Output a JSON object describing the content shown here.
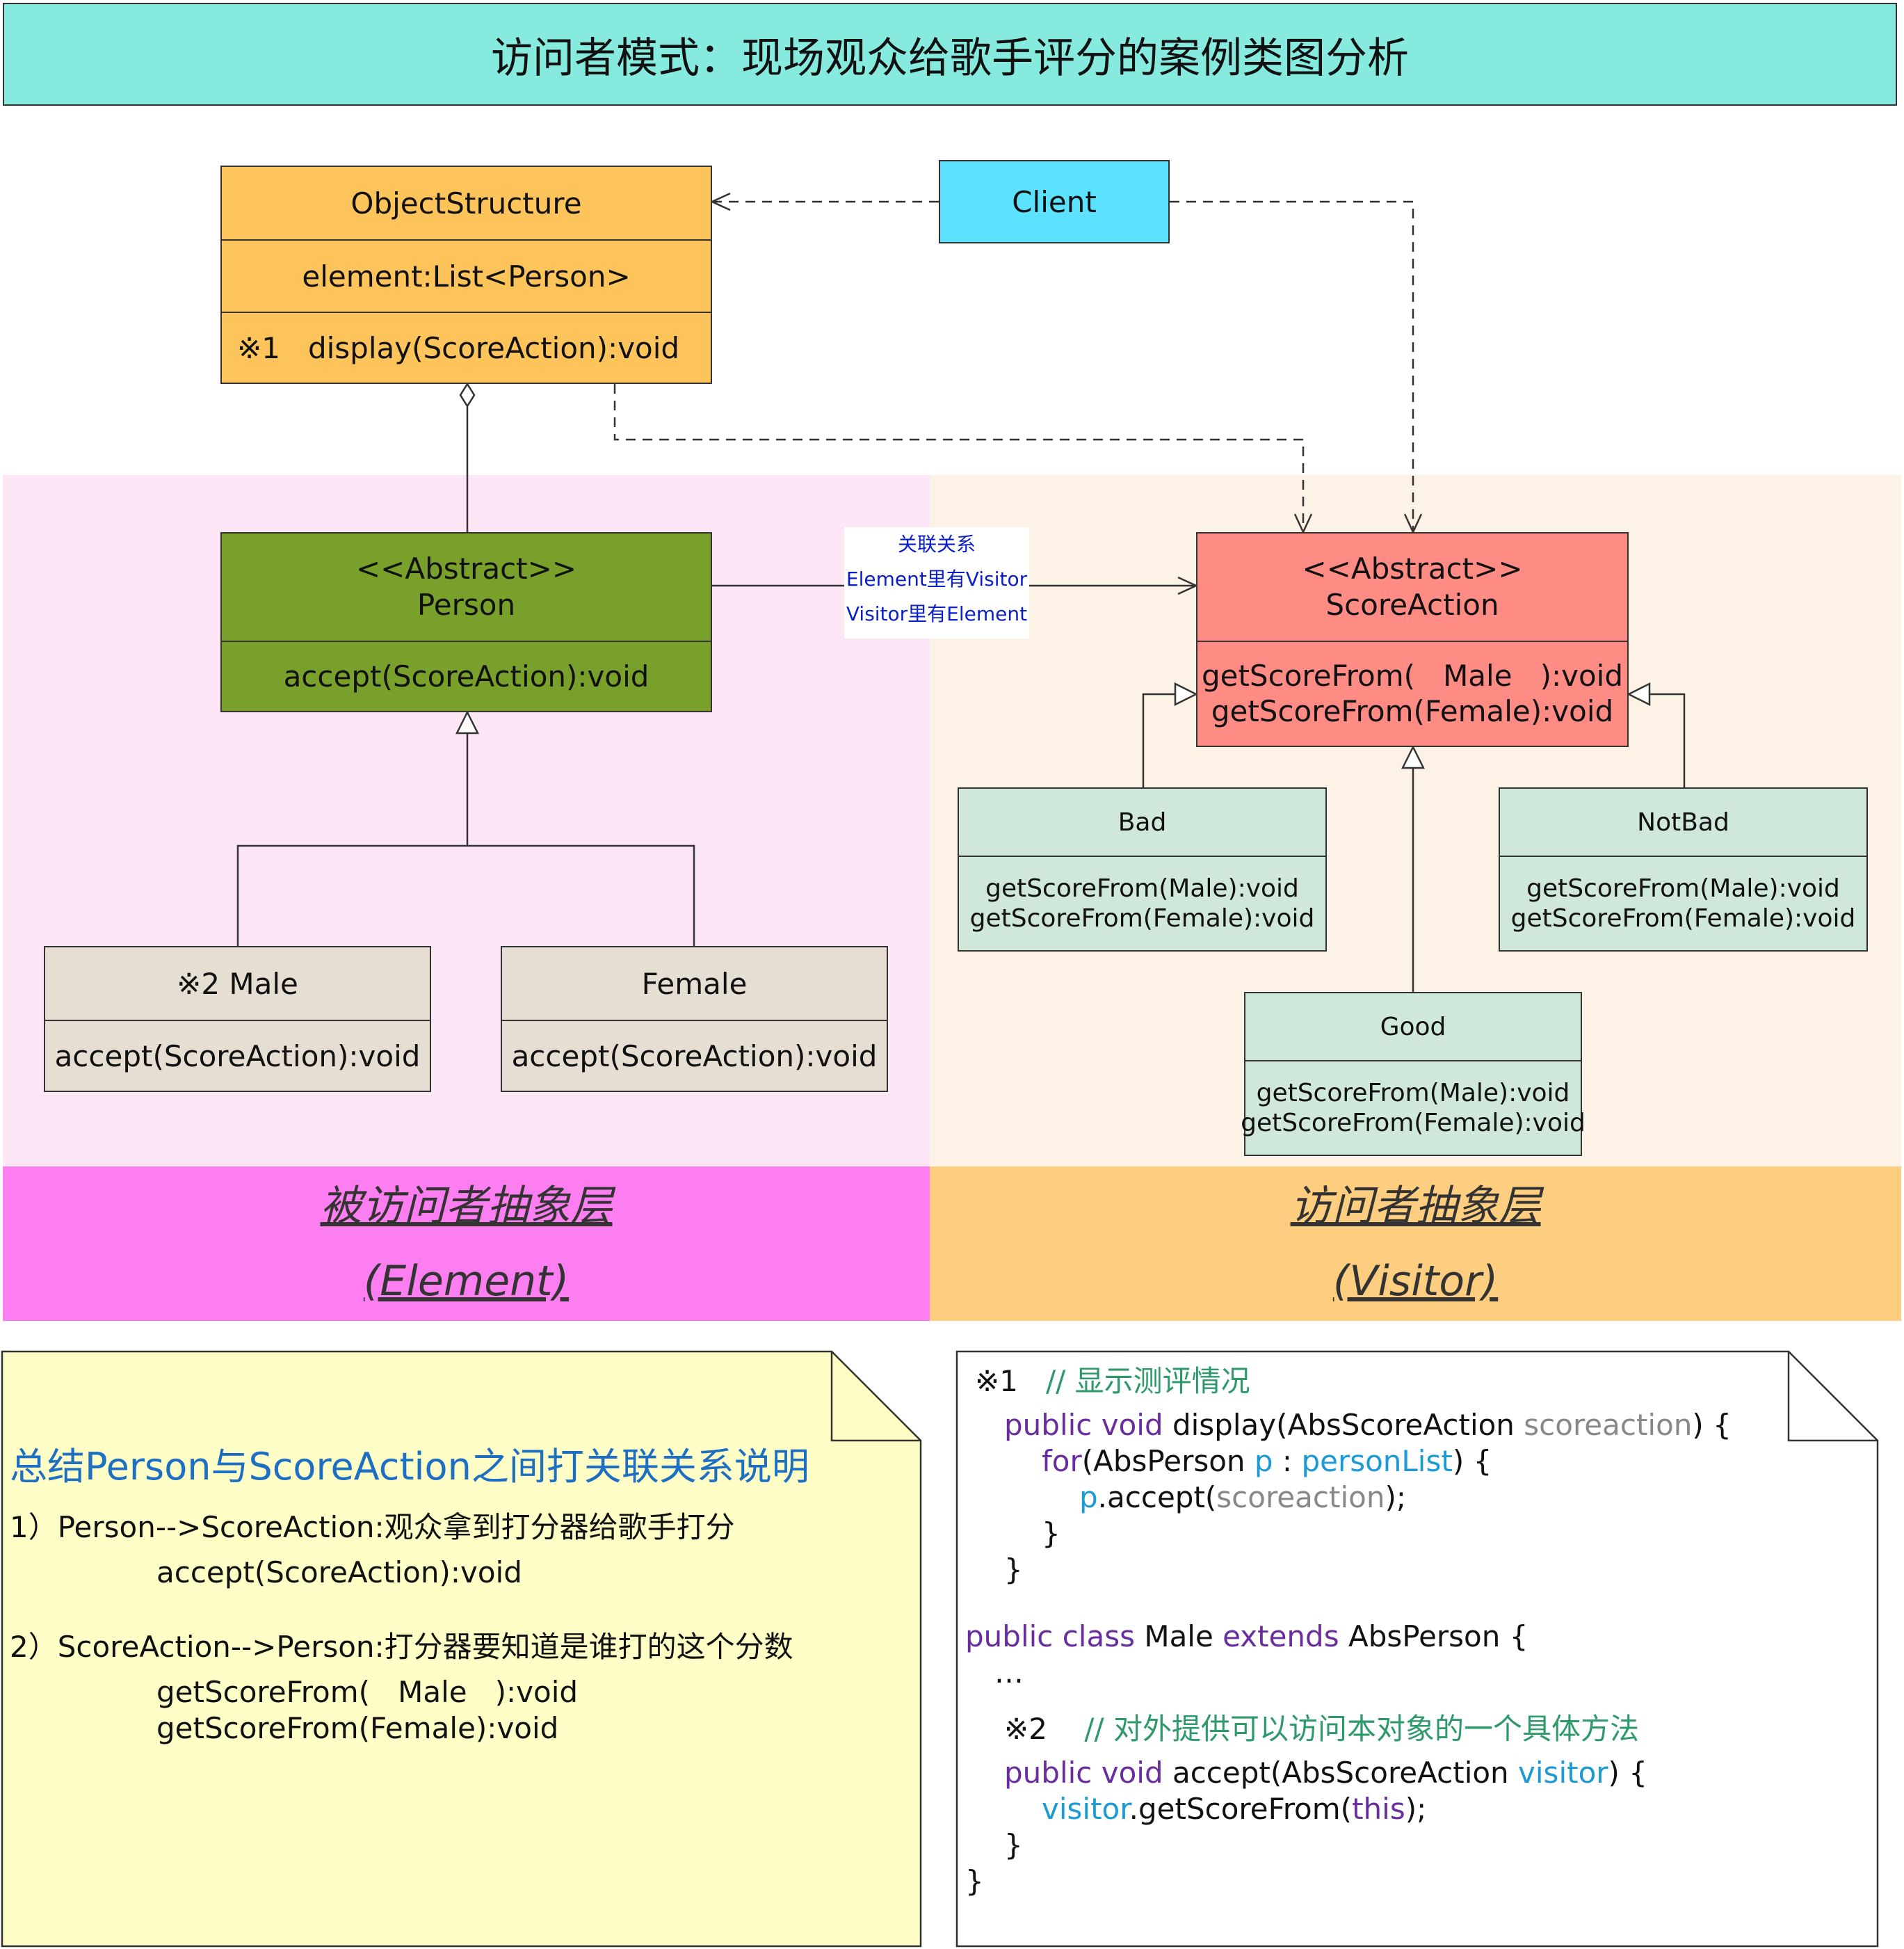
{
  "title": "访问者模式：现场观众给歌手评分的案例类图分析",
  "zones": {
    "element": {
      "line1": "被访问者抽象层",
      "line2": "(Element)",
      "bg": "#fde6f6",
      "label_bg": "#fd7ef0"
    },
    "visitor": {
      "line1": "访问者抽象层",
      "line2": "(Visitor)",
      "bg": "#fdf2e6",
      "label_bg": "#fece80"
    }
  },
  "classes": {
    "object_structure": {
      "name": "ObjectStructure",
      "attr": "element:List<Person>",
      "method": "※1   display(ScoreAction):void",
      "color": "#fec45c"
    },
    "client": {
      "name": "Client",
      "color": "#5ce2fe"
    },
    "person": {
      "stereotype": "<<Abstract>>",
      "name": "Person",
      "method": "accept(ScoreAction):void",
      "color": "#78a02a"
    },
    "score_action": {
      "stereotype": "<<Abstract>>",
      "name": "ScoreAction",
      "method1": "getScoreFrom(   Male   ):void",
      "method2": "getScoreFrom(Female):void",
      "color": "#fe8c84"
    },
    "male": {
      "name": "※2 Male",
      "method": "accept(ScoreAction):void",
      "color": "#e6ded2"
    },
    "female": {
      "name": "Female",
      "method": "accept(ScoreAction):void",
      "color": "#e6ded2"
    },
    "bad": {
      "name": "Bad",
      "method1": "getScoreFrom(Male):void",
      "method2": "getScoreFrom(Female):void",
      "color": "#d0e8da"
    },
    "notbad": {
      "name": "NotBad",
      "method1": "getScoreFrom(Male):void",
      "method2": "getScoreFrom(Female):void",
      "color": "#d0e8da"
    },
    "good": {
      "name": "Good",
      "method1": "getScoreFrom(Male):void",
      "method2": "getScoreFrom(Female):void",
      "color": "#d0e8da"
    }
  },
  "association": {
    "line1": "关联关系",
    "line2": "Element里有Visitor",
    "line3": "Visitor里有Element"
  },
  "summary": {
    "heading": "总结Person与ScoreAction之间打关联关系说明",
    "item1": "1）Person-->ScoreAction:观众拿到打分器给歌手打分",
    "item1_code": "accept(ScoreAction):void",
    "item2": "2）ScoreAction-->Person:打分器要知道是谁打的这个分数",
    "item2_code1": "getScoreFrom(   Male   ):void",
    "item2_code2": "getScoreFrom(Female):void",
    "bg": "#fefec6"
  },
  "code": {
    "marker1": "※1",
    "comment1": "// 显示测评情况",
    "l1_kw": "public void",
    "l1_a": " display(AbsScoreAction ",
    "l1_param": "scoreaction",
    "l1_b": ") {",
    "l2_kw": "for",
    "l2_a": "(AbsPerson ",
    "l2_p": "p",
    "l2_b": " : ",
    "l2_list": "personList",
    "l2_c": ") {",
    "l3_p": "p",
    "l3_a": ".accept(",
    "l3_param": "scoreaction",
    "l3_b": ");",
    "close1": "}",
    "close2": "}",
    "c1_kw": "public class",
    "c1_a": " Male ",
    "c1_kw2": "extends",
    "c1_b": " AbsPerson {",
    "ellipsis": "…",
    "marker2": "※2",
    "comment2": "// 对外提供可以访问本对象的一个具体方法",
    "m_kw": "public void",
    "m_a": " accept(AbsScoreAction ",
    "m_param": "visitor",
    "m_b": ") {",
    "m2_var": "visitor",
    "m2_a": ".getScoreFrom(",
    "m2_this": "this",
    "m2_b": ");",
    "close3": "}",
    "close4": "}"
  }
}
